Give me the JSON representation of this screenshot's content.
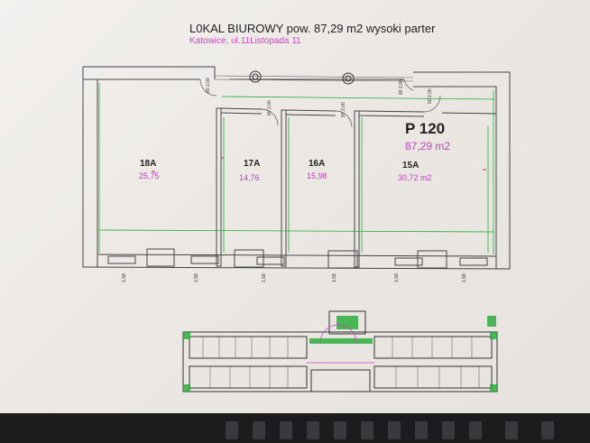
{
  "header": {
    "title": "L0KAL BIUROWY pow. 87,29 m2 wysoki  parter",
    "subtitle": "Katowice, ul.11Listopada 11"
  },
  "premises": {
    "id": "P 120",
    "area": "87,29 m2"
  },
  "rooms": [
    {
      "label": "18A",
      "area": "25,75"
    },
    {
      "label": "17A",
      "area": "14,76"
    },
    {
      "label": "16A",
      "area": "15,98"
    },
    {
      "label": "15A",
      "area": "30,72 m2"
    }
  ],
  "door_dims": {
    "d1": "80",
    "d1b": "2,00",
    "d2": "80",
    "d2b": "2,00",
    "d3": "80",
    "d3b": "2,00",
    "d4": "80",
    "d4b": "2,00",
    "d5": "90",
    "d5b": "2,00"
  },
  "window_dims": [
    "1,58",
    "1,58",
    "1,58",
    "1,58",
    "1,58",
    "1,58"
  ],
  "colors": {
    "wall": "#444444",
    "magenta": "#c53fc0",
    "green": "#22aa33",
    "taskbar": "#1c1c1e"
  }
}
